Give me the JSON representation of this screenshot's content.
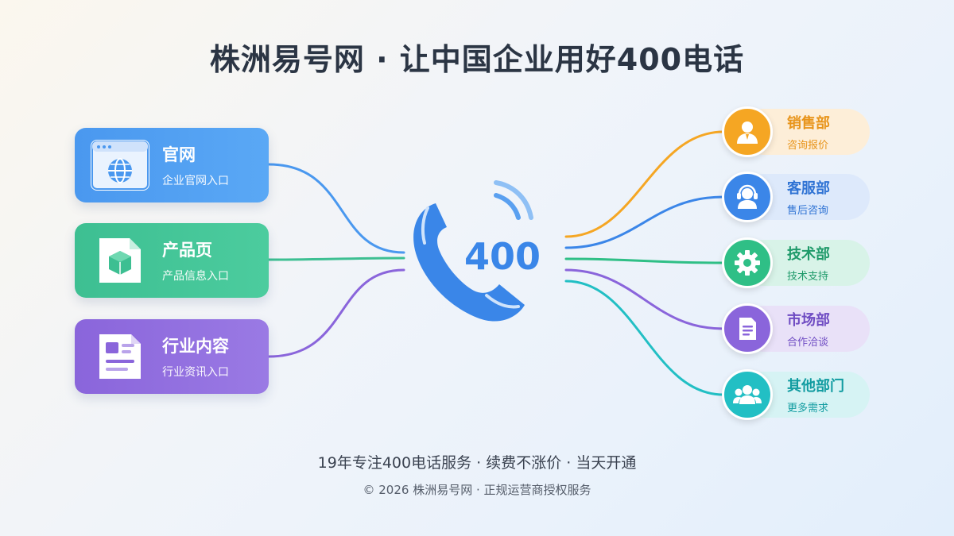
{
  "title": "株洲易号网 · 让中国企业用好400电话",
  "center": {
    "label": "400"
  },
  "sources": [
    {
      "name": "官网",
      "desc": "企业官网入口",
      "icon": "globe-browser-icon",
      "color": "#4a98ef"
    },
    {
      "name": "产品页",
      "desc": "产品信息入口",
      "icon": "cube-document-icon",
      "color": "#3dbf92"
    },
    {
      "name": "行业内容",
      "desc": "行业资讯入口",
      "icon": "article-document-icon",
      "color": "#8a65db"
    }
  ],
  "departments": [
    {
      "name": "销售部",
      "desc": "咨询报价",
      "icon": "person-icon",
      "color": "#f5a623",
      "text_color": "#e8941a",
      "pill": "#fdeed8"
    },
    {
      "name": "客服部",
      "desc": "售后咨询",
      "icon": "headset-icon",
      "color": "#3b86e8",
      "text_color": "#2f73d4",
      "pill": "#dde9fb"
    },
    {
      "name": "技术部",
      "desc": "技术支持",
      "icon": "gear-icon",
      "color": "#2fbf86",
      "text_color": "#1f9a6a",
      "pill": "#d8f3e8"
    },
    {
      "name": "市场部",
      "desc": "合作洽谈",
      "icon": "document-icon",
      "color": "#8a65db",
      "text_color": "#6f4cc3",
      "pill": "#e9e1f8"
    },
    {
      "name": "其他部门",
      "desc": "更多需求",
      "icon": "group-icon",
      "color": "#22bfc4",
      "text_color": "#129ca1",
      "pill": "#d6f3f4"
    }
  ],
  "footer": {
    "line1": "19年专注400电话服务 · 续费不涨价 · 当天开通",
    "line2": "© 2026 株洲易号网 · 正规运营商授权服务"
  }
}
